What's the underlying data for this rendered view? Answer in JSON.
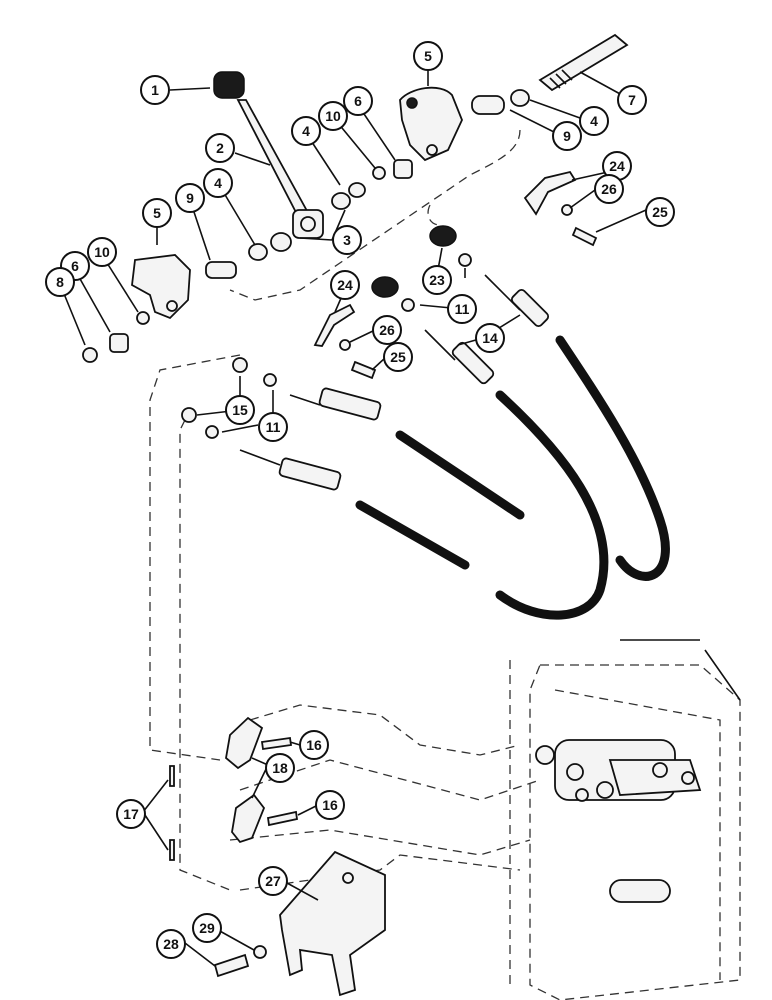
{
  "diagram": {
    "callouts": [
      {
        "id": "c1",
        "label": "1"
      },
      {
        "id": "c2",
        "label": "2"
      },
      {
        "id": "c3",
        "label": "3"
      },
      {
        "id": "c4a",
        "label": "4"
      },
      {
        "id": "c4b",
        "label": "4"
      },
      {
        "id": "c4c",
        "label": "4"
      },
      {
        "id": "c5a",
        "label": "5"
      },
      {
        "id": "c5b",
        "label": "5"
      },
      {
        "id": "c6a",
        "label": "6"
      },
      {
        "id": "c6b",
        "label": "6"
      },
      {
        "id": "c7",
        "label": "7"
      },
      {
        "id": "c8",
        "label": "8"
      },
      {
        "id": "c9a",
        "label": "9"
      },
      {
        "id": "c9b",
        "label": "9"
      },
      {
        "id": "c10a",
        "label": "10"
      },
      {
        "id": "c10b",
        "label": "10"
      },
      {
        "id": "c11a",
        "label": "11"
      },
      {
        "id": "c11b",
        "label": "11"
      },
      {
        "id": "c14",
        "label": "14"
      },
      {
        "id": "c15",
        "label": "15"
      },
      {
        "id": "c16a",
        "label": "16"
      },
      {
        "id": "c16b",
        "label": "16"
      },
      {
        "id": "c17",
        "label": "17"
      },
      {
        "id": "c18",
        "label": "18"
      },
      {
        "id": "c23",
        "label": "23"
      },
      {
        "id": "c24a",
        "label": "24"
      },
      {
        "id": "c24b",
        "label": "24"
      },
      {
        "id": "c25a",
        "label": "25"
      },
      {
        "id": "c25b",
        "label": "25"
      },
      {
        "id": "c26a",
        "label": "26"
      },
      {
        "id": "c26b",
        "label": "26"
      },
      {
        "id": "c27",
        "label": "27"
      },
      {
        "id": "c28",
        "label": "28"
      },
      {
        "id": "c29",
        "label": "29"
      }
    ]
  }
}
